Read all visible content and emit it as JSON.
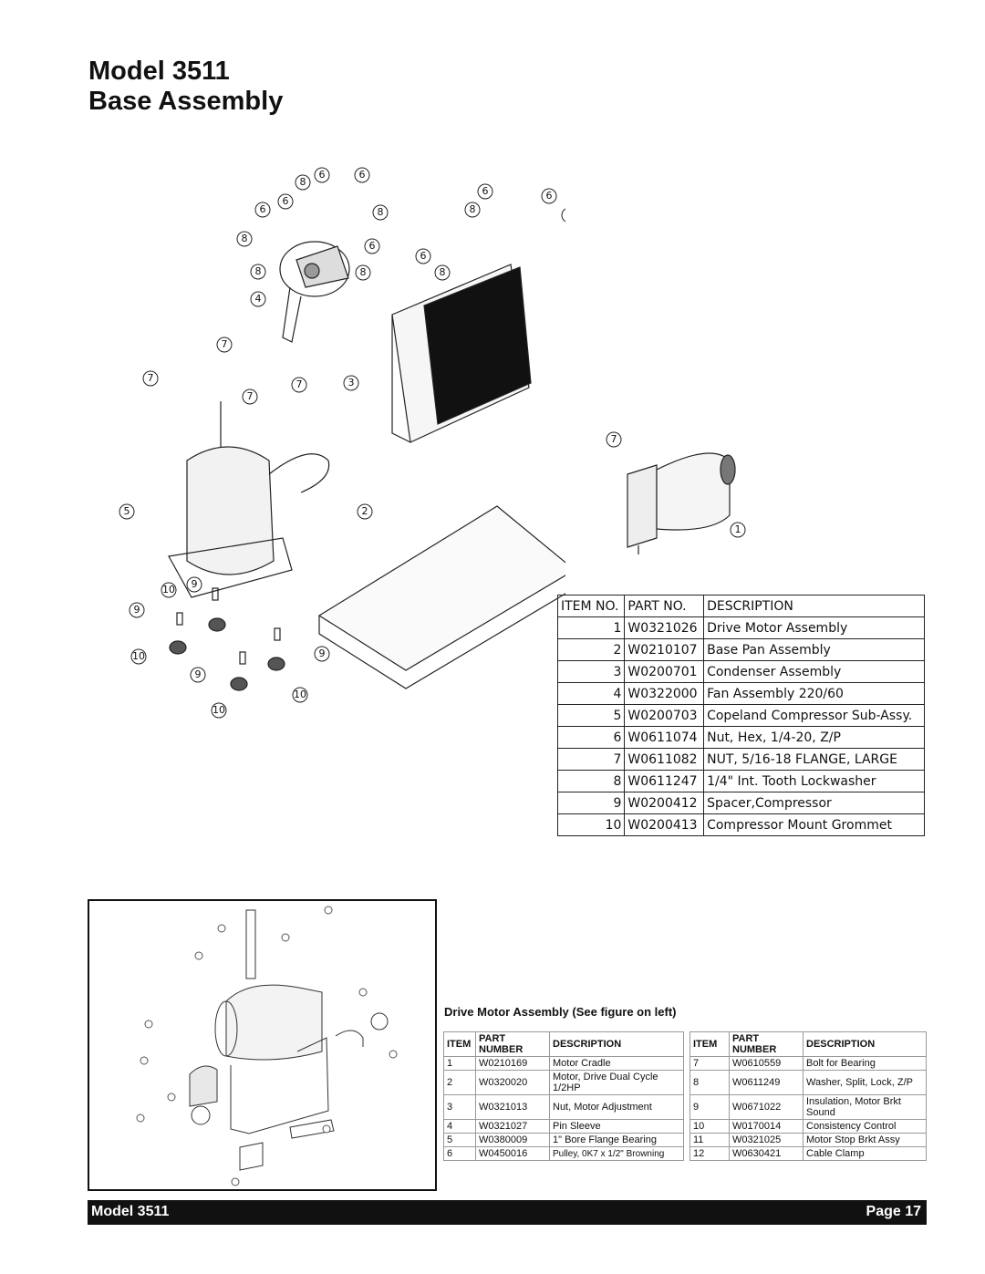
{
  "page": {
    "title_line1": "Model 3511",
    "title_line2": "Base Assembly"
  },
  "balloons": [
    "1",
    "2",
    "3",
    "4",
    "5",
    "6",
    "7",
    "8",
    "9",
    "10"
  ],
  "parts_table": {
    "headers": [
      "ITEM NO.",
      "PART NO.",
      "DESCRIPTION"
    ],
    "rows": [
      {
        "item": "1",
        "part": "W0321026",
        "desc": "Drive Motor Assembly"
      },
      {
        "item": "2",
        "part": "W0210107",
        "desc": "Base Pan Assembly"
      },
      {
        "item": "3",
        "part": "W0200701",
        "desc": "Condenser Assembly"
      },
      {
        "item": "4",
        "part": "W0322000",
        "desc": "Fan Assembly 220/60"
      },
      {
        "item": "5",
        "part": "W0200703",
        "desc": "Copeland Compressor Sub-Assy."
      },
      {
        "item": "6",
        "part": "W0611074",
        "desc": "Nut, Hex, 1/4-20, Z/P"
      },
      {
        "item": "7",
        "part": "W0611082",
        "desc": "NUT, 5/16-18 FLANGE, LARGE"
      },
      {
        "item": "8",
        "part": "W0611247",
        "desc": "1/4\" Int. Tooth Lockwasher"
      },
      {
        "item": "9",
        "part": "W0200412",
        "desc": "Spacer,Compressor"
      },
      {
        "item": "10",
        "part": "W0200413",
        "desc": "Compressor Mount Grommet"
      }
    ]
  },
  "drive_motor": {
    "title": "Drive Motor Assembly (See figure on left)",
    "headers": {
      "item": "ITEM",
      "part": "PART NUMBER",
      "desc": "DESCRIPTION"
    },
    "left_rows": [
      {
        "item": "1",
        "part": "W0210169",
        "desc": "Motor Cradle"
      },
      {
        "item": "2",
        "part": "W0320020",
        "desc": "Motor, Drive Dual Cycle 1/2HP"
      },
      {
        "item": "3",
        "part": "W0321013",
        "desc": "Nut, Motor Adjustment"
      },
      {
        "item": "4",
        "part": "W0321027",
        "desc": "Pin Sleeve"
      },
      {
        "item": "5",
        "part": "W0380009",
        "desc": "1\" Bore Flange Bearing"
      },
      {
        "item": "6",
        "part": "W0450016",
        "desc": "Pulley, 0K7 x 1/2\" Browning"
      }
    ],
    "right_rows": [
      {
        "item": "7",
        "part": "W0610559",
        "desc": "Bolt for Bearing"
      },
      {
        "item": "8",
        "part": "W0611249",
        "desc": "Washer, Split, Lock, Z/P"
      },
      {
        "item": "9",
        "part": "W0671022",
        "desc": "Insulation, Motor Brkt Sound"
      },
      {
        "item": "10",
        "part": "W0170014",
        "desc": "Consistency Control"
      },
      {
        "item": "11",
        "part": "W0321025",
        "desc": "Motor Stop Brkt Assy"
      },
      {
        "item": "12",
        "part": "W0630421",
        "desc": "Cable Clamp"
      }
    ]
  },
  "footer": {
    "model": "Model 3511",
    "page": "Page 17"
  }
}
